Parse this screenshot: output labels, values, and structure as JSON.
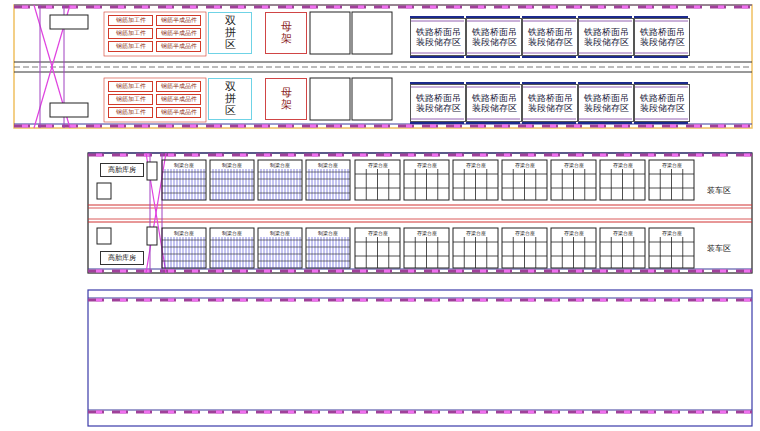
{
  "diagram": {
    "nodes": [
      {
        "text": [
          "钢筋加工件"
        ]
      },
      {
        "text": [
          "钢筋半成品件"
        ]
      },
      {
        "text": [
          "钢筋加工件"
        ]
      },
      {
        "text": [
          "钢筋半成品件"
        ]
      },
      {
        "text": [
          "钢筋加工件"
        ]
      },
      {
        "text": [
          "钢筋半成品件"
        ]
      },
      {
        "text": [
          "双拼区"
        ]
      },
      {
        "text": [
          "母架"
        ]
      },
      {
        "text": [
          "铁路桥面吊装段储存区"
        ]
      },
      {
        "text": [
          "铁路桥面吊装段储存区"
        ]
      },
      {
        "text": [
          "铁路桥面吊装段储存区"
        ]
      },
      {
        "text": [
          "铁路桥面吊装段储存区"
        ]
      },
      {
        "text": [
          "铁路桥面吊装段储存区"
        ]
      },
      {
        "text": [
          "钢筋加工件"
        ]
      },
      {
        "text": [
          "钢筋半成品件"
        ]
      },
      {
        "text": [
          "钢筋加工件"
        ]
      },
      {
        "text": [
          "钢筋半成品件"
        ]
      },
      {
        "text": [
          "钢筋加工件"
        ]
      },
      {
        "text": [
          "钢筋半成品件"
        ]
      },
      {
        "text": [
          "双拼区"
        ]
      },
      {
        "text": [
          "母架"
        ]
      },
      {
        "text": [
          "铁路桥面吊装段储存区"
        ]
      },
      {
        "text": [
          "铁路桥面吊装段储存区"
        ]
      },
      {
        "text": [
          "铁路桥面吊装段储存区"
        ]
      },
      {
        "text": [
          "铁路桥面吊装段储存区"
        ]
      },
      {
        "text": [
          "铁路桥面吊装段储存区"
        ]
      },
      {
        "text": [
          "高胎库房"
        ]
      },
      {
        "text": [
          "制梁台座"
        ]
      },
      {
        "text": [
          "制梁台座"
        ]
      },
      {
        "text": [
          "制梁台座"
        ]
      },
      {
        "text": [
          "制梁台座"
        ]
      },
      {
        "text": [
          "存梁台座"
        ]
      },
      {
        "text": [
          "存梁台座"
        ]
      },
      {
        "text": [
          "存梁台座"
        ]
      },
      {
        "text": [
          "存梁台座"
        ]
      },
      {
        "text": [
          "存梁台座"
        ]
      },
      {
        "text": [
          "存梁台座"
        ]
      },
      {
        "text": [
          "存梁台座"
        ]
      },
      {
        "text": [
          "装车区"
        ]
      },
      {
        "text": [
          "高胎库房"
        ]
      },
      {
        "text": [
          "制梁台座"
        ]
      },
      {
        "text": [
          "制梁台座"
        ]
      },
      {
        "text": [
          "制梁台座"
        ]
      },
      {
        "text": [
          "制梁台座"
        ]
      },
      {
        "text": [
          "存梁台座"
        ]
      },
      {
        "text": [
          "存梁台座"
        ]
      },
      {
        "text": [
          "存梁台座"
        ]
      },
      {
        "text": [
          "存梁台座"
        ]
      },
      {
        "text": [
          "存梁台座"
        ]
      },
      {
        "text": [
          "存梁台座"
        ]
      },
      {
        "text": [
          "存梁台座"
        ]
      },
      {
        "text": [
          "装车区"
        ]
      }
    ]
  }
}
